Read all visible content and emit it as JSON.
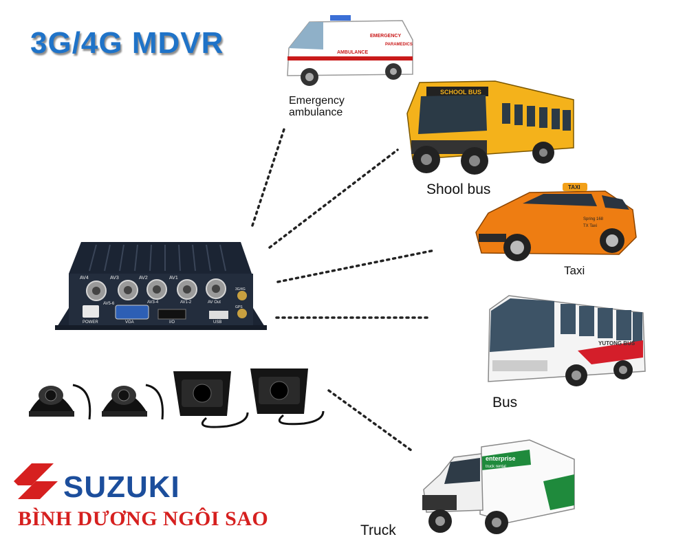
{
  "title": "3G/4G MDVR",
  "device": {
    "ports": [
      "AV4",
      "AV3",
      "AV2",
      "AV1"
    ],
    "port_sublabels": [
      "AV5-6",
      "AV3-4",
      "AV1-2",
      "AV Out"
    ],
    "bottom_labels": [
      "POWER",
      "VGA",
      "I/O",
      "USB"
    ],
    "side_labels": [
      "3G/4G",
      "GPS"
    ]
  },
  "vehicles": {
    "ambulance": {
      "label_line1": "Emergency",
      "label_line2": "ambulance",
      "decals": [
        "EMERGENCY",
        "PARAMEDICS",
        "AMBULANCE"
      ]
    },
    "school_bus": {
      "label": "Shool bus",
      "sign": "SCHOOL BUS"
    },
    "taxi": {
      "label": "Taxi",
      "roof_sign": "TAXI",
      "door_text": "Spring 168",
      "door_text2": "TX Taxi"
    },
    "bus": {
      "label": "Bus",
      "side_text": "YUTONG BUS"
    },
    "truck": {
      "label": "Truck",
      "brand": "enterprise",
      "sub": "truck rental"
    }
  },
  "brand": {
    "name": "SUZUKI",
    "tagline": "BÌNH DƯƠNG NGÔI SAO",
    "colors": {
      "logo": "#d6201f",
      "name": "#1c4e9c",
      "title": "#1f73c8"
    }
  }
}
